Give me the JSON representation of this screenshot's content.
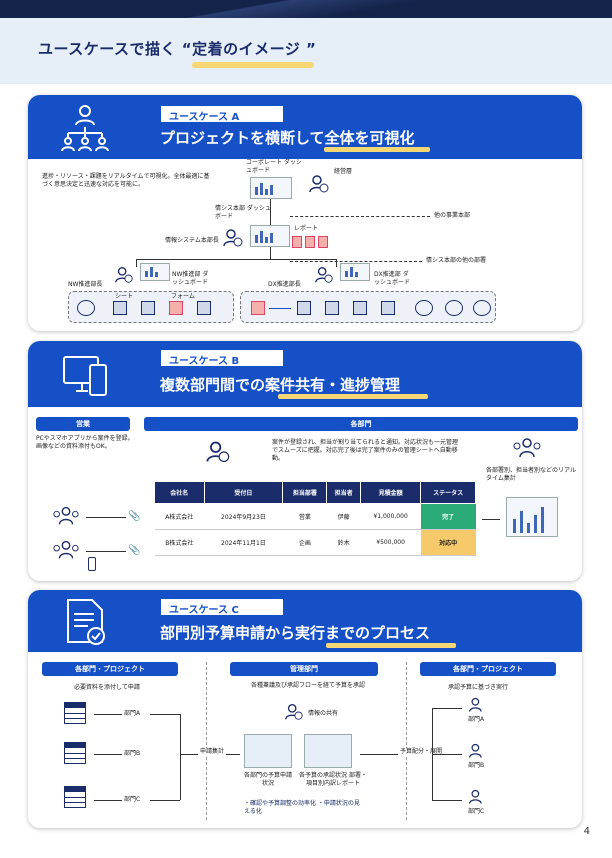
{
  "header": {
    "title": "ユースケースで描く “定着のイメージ ”"
  },
  "page_number": "4",
  "case_a": {
    "tag": "ユースケース A",
    "title": "プロジェクトを横断して全体を可視化",
    "desc": "進捗・リソース・課題をリアルタイムで可視化。全体最適に基づく意思決定と迅速な対応を可能に。",
    "corp_dash": "コーポレート ダッシュボード",
    "exec": "経営層",
    "info_sys_dash": "情シス本部 ダッシュボード",
    "other_depts": "他の事業本部",
    "info_sys_exec": "情報システム本部長",
    "report": "レポート",
    "other_info": "情シス本部の他の部署",
    "nw_head": "NW推進部長",
    "nw_dash": "NW推進部 ダッシュボード",
    "dx_head": "DX推進部長",
    "dx_dash": "DX推進部 ダッシュボード",
    "sheet": "シート",
    "form": "フォーム"
  },
  "case_b": {
    "tag": "ユースケース B",
    "title": "複数部門間での案件共有・進捗管理",
    "sales_label": "営業",
    "dept_label": "各部門",
    "sales_desc": "PCやスマホアプリから案件を登録。画像などの資料添付もOK。",
    "dept_desc": "案件が登録され、担当が割り当てられると通知。対応状況も一元管理でスムーズに把握。対応完了後は完了案件のみの管理シートへ自動移動。",
    "right_desc": "各部署別、担当者別などのリアルタイム集計",
    "table": {
      "headers": [
        "会社名",
        "受付日",
        "担当部署",
        "担当者",
        "見積金額",
        "ステータス"
      ],
      "rows": [
        [
          "A株式会社",
          "2024年9月23日",
          "営業",
          "伊藤",
          "¥1,000,000",
          "完了"
        ],
        [
          "B株式会社",
          "2024年11月1日",
          "企画",
          "鈴木",
          "¥500,000",
          "対応中"
        ]
      ]
    }
  },
  "case_c": {
    "tag": "ユースケース C",
    "title": "部門別予算申請から実行までのプロセス",
    "left_header": "各部門・プロジェクト",
    "mid_header": "管理部門",
    "right_header": "各部門・プロジェクト",
    "left_sub": "必要資料を添付して申請",
    "mid_sub": "各種稟議及び承認フローを経て予算を承認",
    "right_sub": "承認予算に基づき実行",
    "dept_a": "部門A",
    "dept_b": "部門B",
    "dept_c": "部門C",
    "info_share": "情報の共有",
    "consolidate": "申請集計",
    "allocate": "予算配分・展開",
    "budget_sheet": "各部門の予算申請状況",
    "budget_report": "各予算の承認状況 部署・項目別内訳レポート",
    "notes": "・確認や予算調整の効率化 ・申請状況の見える化"
  },
  "colors": {
    "primary": "#1650c7",
    "navy": "#1b2c6b",
    "highlight": "#f7d774",
    "done": "#2bab77",
    "inprogress": "#f6c96b"
  }
}
